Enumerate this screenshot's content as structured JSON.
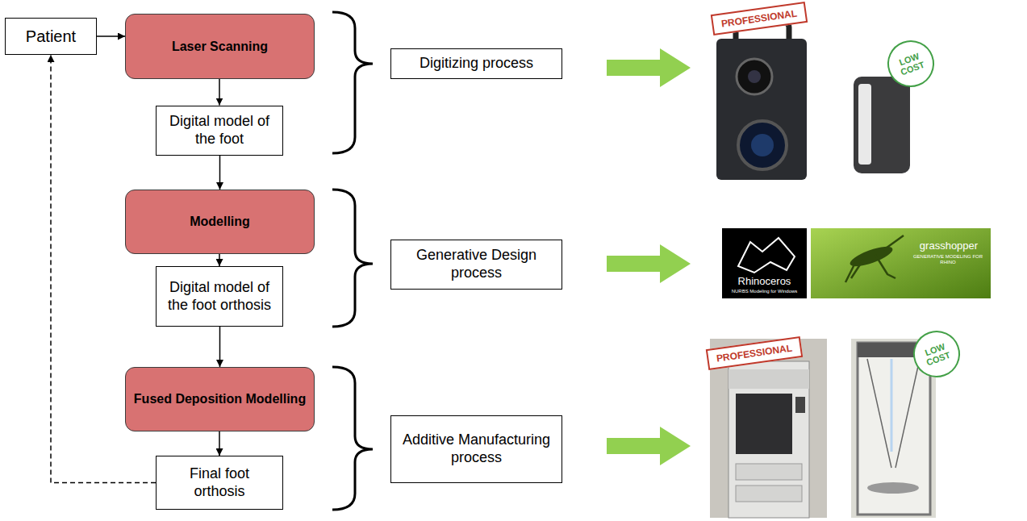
{
  "diagram": {
    "nodes": [
      {
        "text": [
          "Patient"
        ]
      },
      {
        "text": [
          "Laser Scanning"
        ]
      },
      {
        "text": [
          "Digitizing process"
        ]
      },
      {
        "text": [
          "Digital model of the foot"
        ]
      },
      {
        "text": [
          "Modelling"
        ]
      },
      {
        "text": [
          "Generative Design process"
        ]
      },
      {
        "text": [
          "Digital model of the foot orthosis"
        ]
      },
      {
        "text": [
          "Fused Deposition Modelling"
        ]
      },
      {
        "text": [
          "Additive Manufacturing process"
        ]
      },
      {
        "text": [
          "Final foot orthosis"
        ]
      }
    ],
    "edges": [
      {
        "from": 0,
        "to": 1,
        "arrow": "to"
      },
      {
        "from": 1,
        "to": 3,
        "arrow": "to"
      },
      {
        "from": 3,
        "to": 4,
        "arrow": "to"
      },
      {
        "from": 4,
        "to": 6,
        "arrow": "to"
      },
      {
        "from": 6,
        "to": 7,
        "arrow": "to"
      },
      {
        "from": 7,
        "to": 9,
        "arrow": "to"
      },
      {
        "from": 9,
        "to": 0,
        "arrow": "to"
      }
    ],
    "labels": [
      "PROFESSIONAL",
      "LOW COST",
      "Rhinoceros",
      "NURBS Modeling for Windows",
      "grasshopper",
      "GENERATIVE MODELING FOR RHINO",
      "PROFESSIONAL",
      "LOW COST"
    ]
  }
}
